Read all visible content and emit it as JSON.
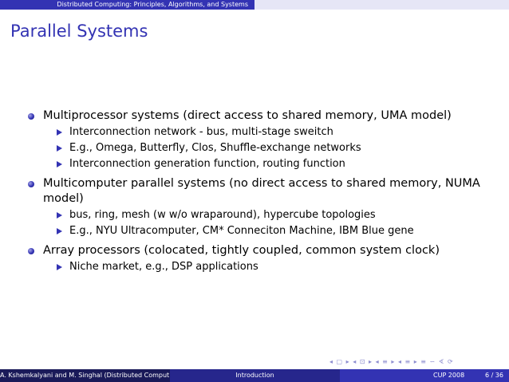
{
  "header": {
    "title": "Distributed Computing: Principles, Algorithms, and Systems"
  },
  "slide": {
    "title": "Parallel Systems",
    "bullets": [
      {
        "text": "Multiprocessor systems (direct access to shared memory, UMA model)",
        "sub": [
          "Interconnection network - bus, multi-stage sweitch",
          "E.g., Omega, Butterfly, Clos, Shuffle-exchange networks",
          "Interconnection generation function, routing function"
        ]
      },
      {
        "text": "Multicomputer parallel systems (no direct access to shared memory, NUMA model)",
        "sub": [
          "bus, ring, mesh (w w/o wraparound), hypercube topologies",
          "E.g., NYU Ultracomputer, CM* Conneciton Machine, IBM Blue gene"
        ]
      },
      {
        "text": "Array processors (colocated, tightly coupled, common system clock)",
        "sub": [
          "Niche market, e.g., DSP applications"
        ]
      }
    ]
  },
  "nav": {
    "symbols": "◂ ▢ ▸ ◂ ⊡ ▸ ◂ ≡ ▸ ◂ ≡ ▸ ≡ ∽ ∢ ⟳"
  },
  "footer": {
    "author": "A. Kshemkalyani and M. Singhal (Distributed Comput",
    "section": "Introduction",
    "date": "CUP 2008",
    "page": "6 / 36"
  },
  "colors": {
    "beamer_blue": "#3333b3",
    "footer_dark": "#1a1a59",
    "footer_mid": "#26268c"
  }
}
